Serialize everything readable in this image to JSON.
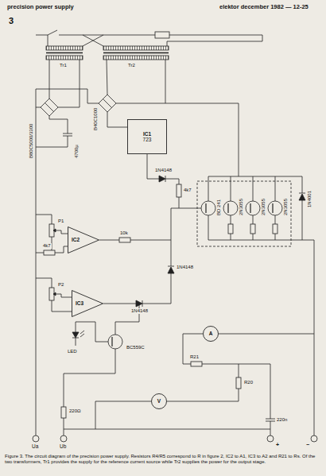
{
  "diagram": {
    "caption": "Figure 3. The circuit diagram of the precision power supply. Resistors R4/R5 correspond to R in figure 2, IC2 to A1, IC3 to A2 and R21 to Rs. Of the two transformers, Tr1 provides the supply for the reference current source while Tr2 supplies the power for the output stage.",
    "nodes": [
      {
        "text": [
          "IC1",
          "723"
        ]
      },
      {
        "text": [
          "IC2"
        ]
      },
      {
        "text": [
          "IC3"
        ]
      },
      {
        "text": [
          "A"
        ]
      },
      {
        "text": [
          "V"
        ]
      }
    ],
    "labels": [
      "precision power supply",
      "elektor december 1982 — 12-25",
      "3",
      "Tr1",
      "Tr2",
      "B80C5000/3300",
      "B40C1000",
      "4700µ",
      "1N4148",
      "4k7",
      "BD 241",
      "2N3055",
      "2N3055",
      "2N3055",
      "1N4001",
      "1N4148",
      "1N4148",
      "P1",
      "P2",
      "10k",
      "4k7",
      "BC559C",
      "LED",
      "R21",
      "R20",
      "220n",
      "220Ω",
      "Ua",
      "Ub",
      "+",
      "−"
    ]
  }
}
